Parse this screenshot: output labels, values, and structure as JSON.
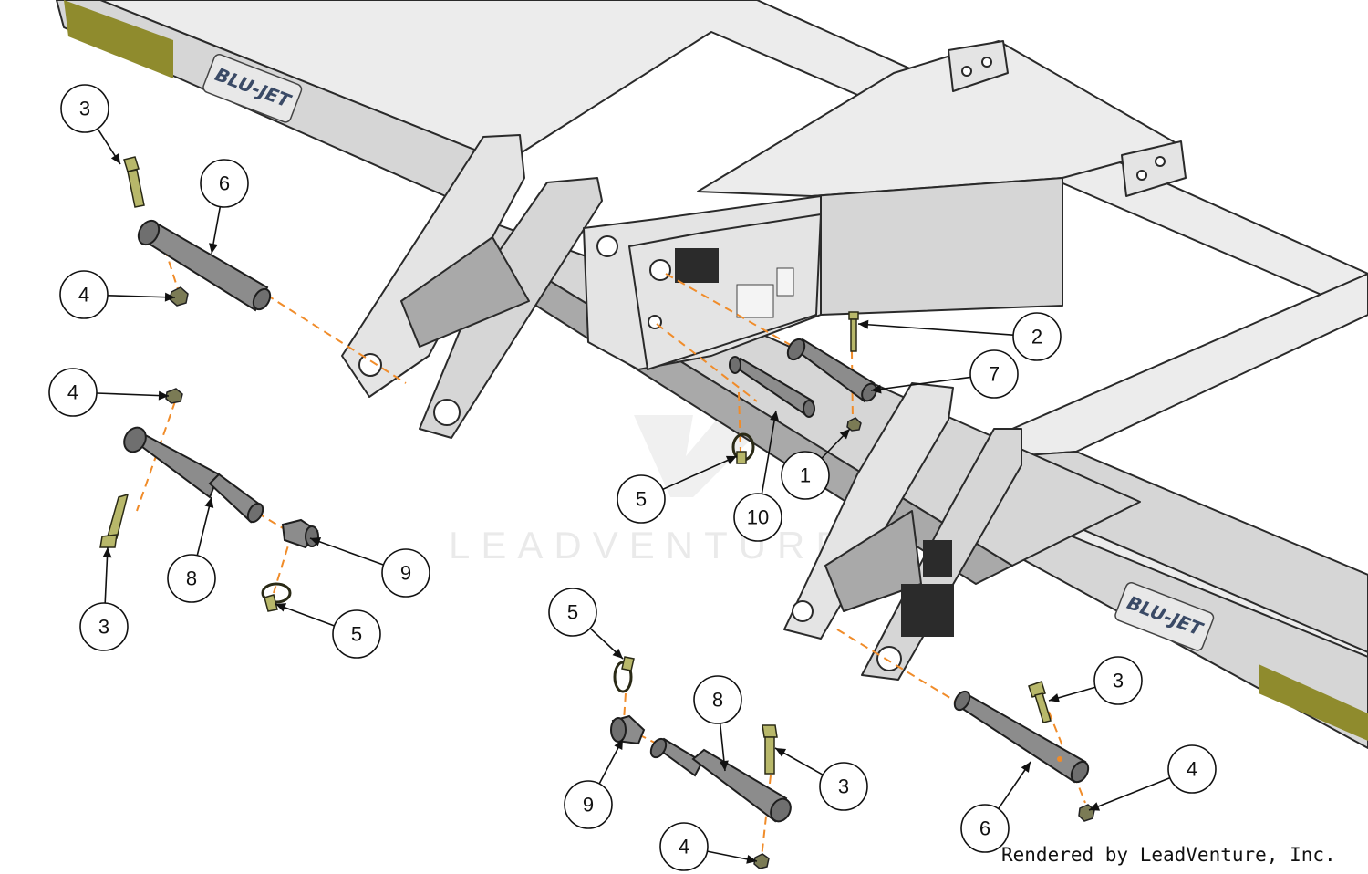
{
  "diagram": {
    "callouts": [
      "3",
      "6",
      "4",
      "4",
      "8",
      "3",
      "9",
      "5",
      "2",
      "7",
      "1",
      "10",
      "5",
      "5",
      "9",
      "8",
      "3",
      "4",
      "3",
      "6",
      "4"
    ]
  },
  "decals": {
    "brand": "BLU-JET"
  },
  "watermark": "LEADVENTURE",
  "credit": "Rendered by LeadVenture, Inc.",
  "colors": {
    "frame": "#d6d6d6",
    "stripe": "#8f8b2d",
    "hardware": "#b8b86a",
    "dash": "#f08c2a"
  }
}
